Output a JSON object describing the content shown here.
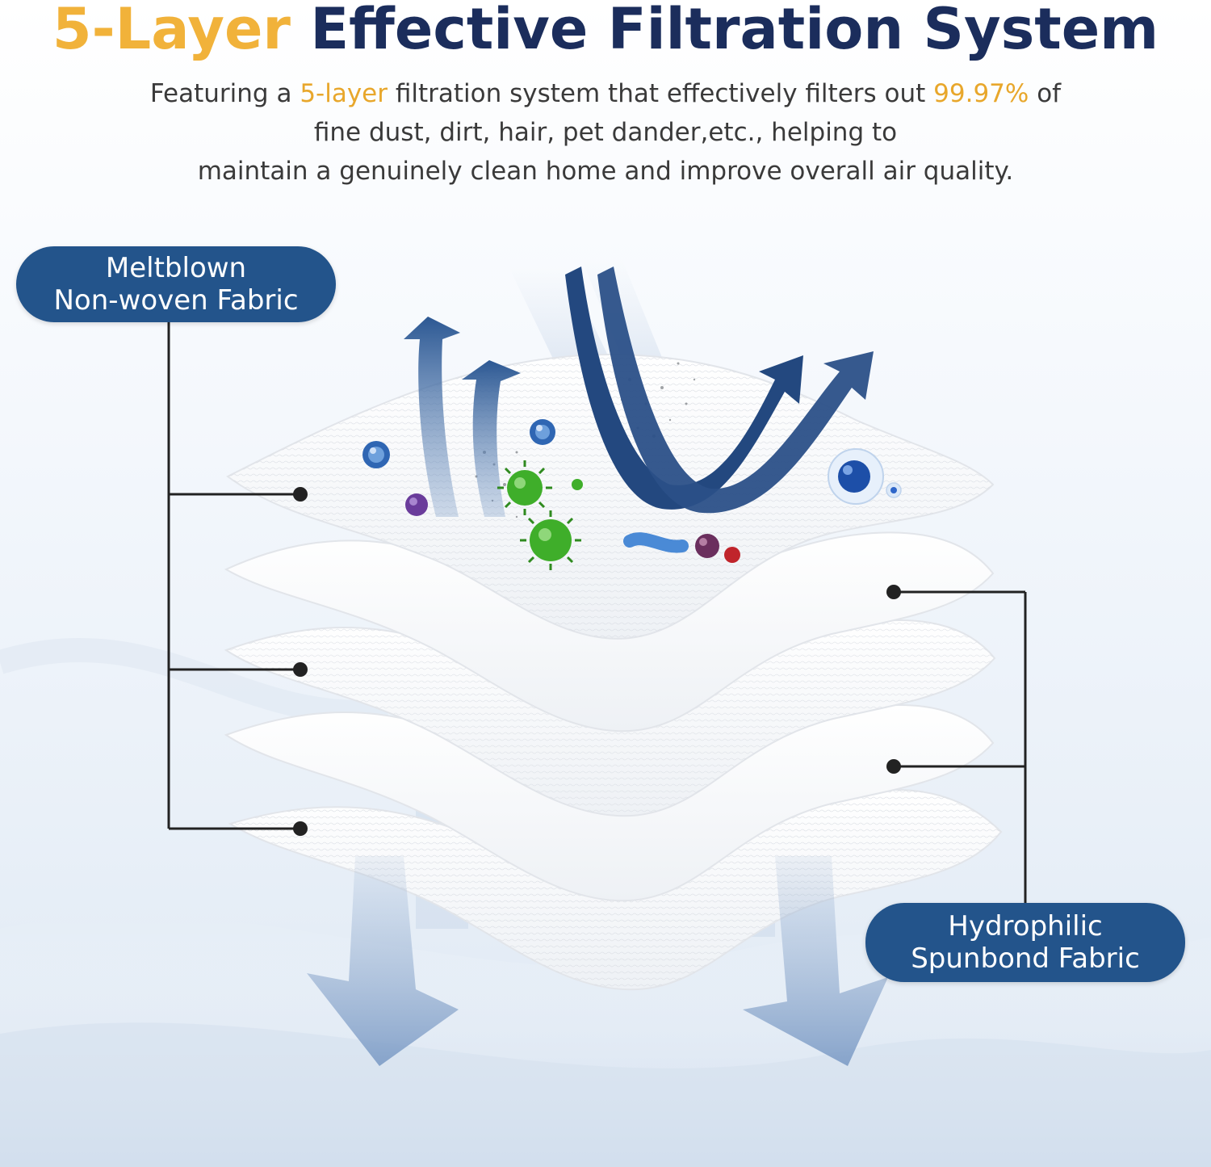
{
  "header": {
    "title_accent": "5-Layer",
    "title_main": "Effective Filtration System",
    "subtitle_before": "Featuring a ",
    "subtitle_hl1": "5-layer",
    "subtitle_mid": " filtration system that effectively filters out ",
    "subtitle_hl2": "99.97%",
    "subtitle_line1_end": " of",
    "subtitle_line2": "fine dust, dirt, hair, pet dander,etc., helping to",
    "subtitle_line3": "maintain a genuinely clean home and improve overall air quality."
  },
  "labels": {
    "left_line1": "Meltblown",
    "left_line2": "Non-woven Fabric",
    "right_line1": "Hydrophilic",
    "right_line2": "Spunbond Fabric"
  },
  "colors": {
    "accent": "#f1b23a",
    "title": "#1b2d5c",
    "pill": "#23548b",
    "arrow_dark": "#23487f",
    "virus_green": "#3fae2a"
  }
}
